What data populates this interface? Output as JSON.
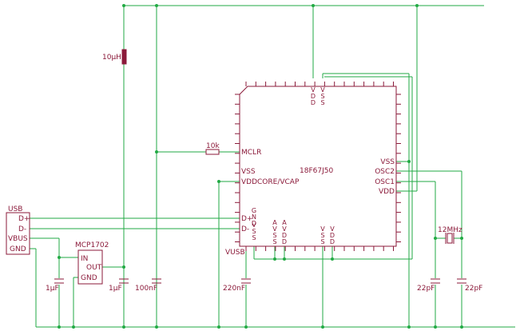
{
  "chip": {
    "name": "18F67J50",
    "pins_left": [
      "MCLR",
      "VSS",
      "VDDCORE/VCAP",
      "D+",
      "D-"
    ],
    "pins_right": [
      "VSS",
      "OSC2",
      "OSC1",
      "VDD"
    ],
    "pins_top": [
      "VDD",
      "VSS"
    ],
    "pins_bottom": [
      "GND",
      "VSS",
      "AVSS",
      "AVDD",
      "VSS",
      "VDD"
    ],
    "vusb_label": "VUSB"
  },
  "usb": {
    "title": "USB",
    "pins": [
      "D+",
      "D-",
      "VBUS",
      "GND"
    ]
  },
  "regulator": {
    "name": "MCP1702",
    "pins": [
      "IN",
      "OUT",
      "GND"
    ]
  },
  "components": {
    "inductor": "10µH",
    "resistor": "10k",
    "c_in": "1µF",
    "c_out": "1µF",
    "c_bulk": "100nF",
    "c_vusb": "220nF",
    "crystal": "12MHz",
    "c_osc1": "22pF",
    "c_osc2": "22pF"
  }
}
